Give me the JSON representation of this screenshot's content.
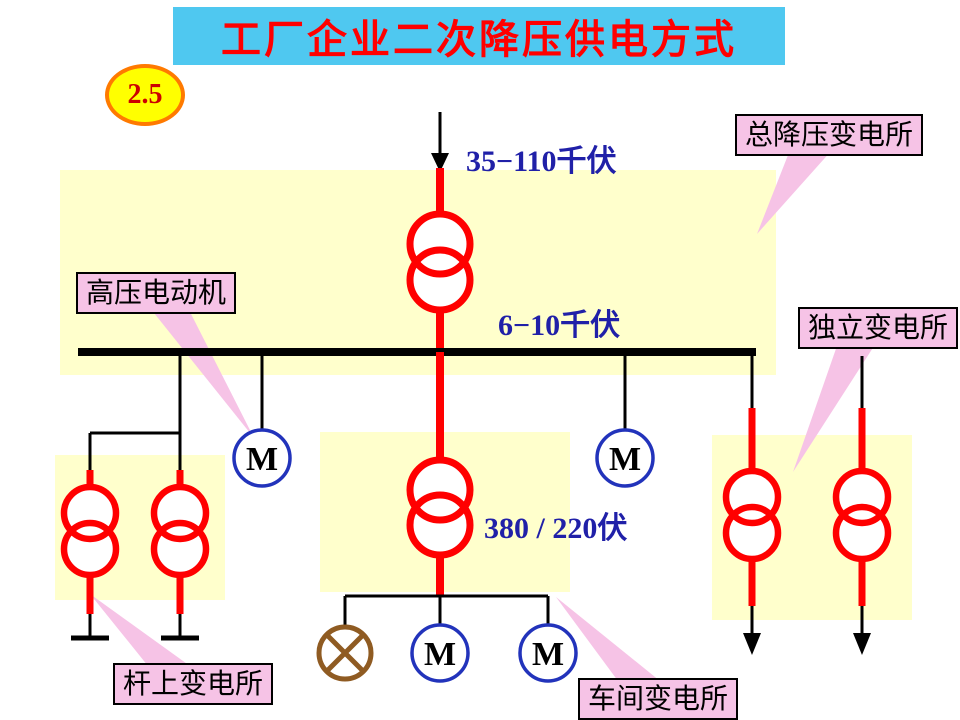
{
  "title": "工厂企业二次降压供电方式",
  "badge": "2.5",
  "voltage_labels": {
    "incoming": "35−110千伏",
    "medium": "6−10千伏",
    "low": "380 / 220伏"
  },
  "callouts": {
    "main_substation": "总降压变电所",
    "hv_motor": "高压电动机",
    "independent_substation": "独立变电所",
    "pole_substation": "杆上变电所",
    "workshop_substation": "车间变电所"
  },
  "motor": {
    "label": "M"
  },
  "colors": {
    "title_bg": "#4FC8F0",
    "title_text": "#FF0000",
    "badge_bg": "#FFFF00",
    "badge_border": "#FF7A00",
    "badge_text": "#CC0000",
    "region_bg": "#FFFFCC",
    "callout_bg": "#F6C3E6",
    "transformer_red": "#FF0000",
    "bus_black": "#000000",
    "motor_ring_blue": "#2233BB",
    "lamp_brown": "#8F5B22",
    "voltage_text_blue": "#2020A8"
  }
}
